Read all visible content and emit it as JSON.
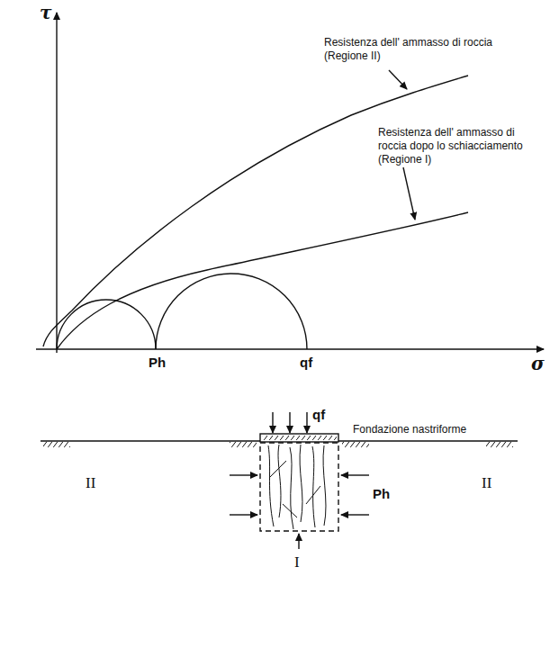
{
  "diagram": {
    "labels": [
      "τ",
      "Resistenza dell' ammasso di roccia (Regione II)",
      "Resistenza dell' ammasso di roccia dopo lo schiacciamento (Regione I)",
      "Ph",
      "qf",
      "σ",
      "qf",
      "Fondazione nastriforme",
      "II",
      "II",
      "Ph",
      "I"
    ]
  }
}
